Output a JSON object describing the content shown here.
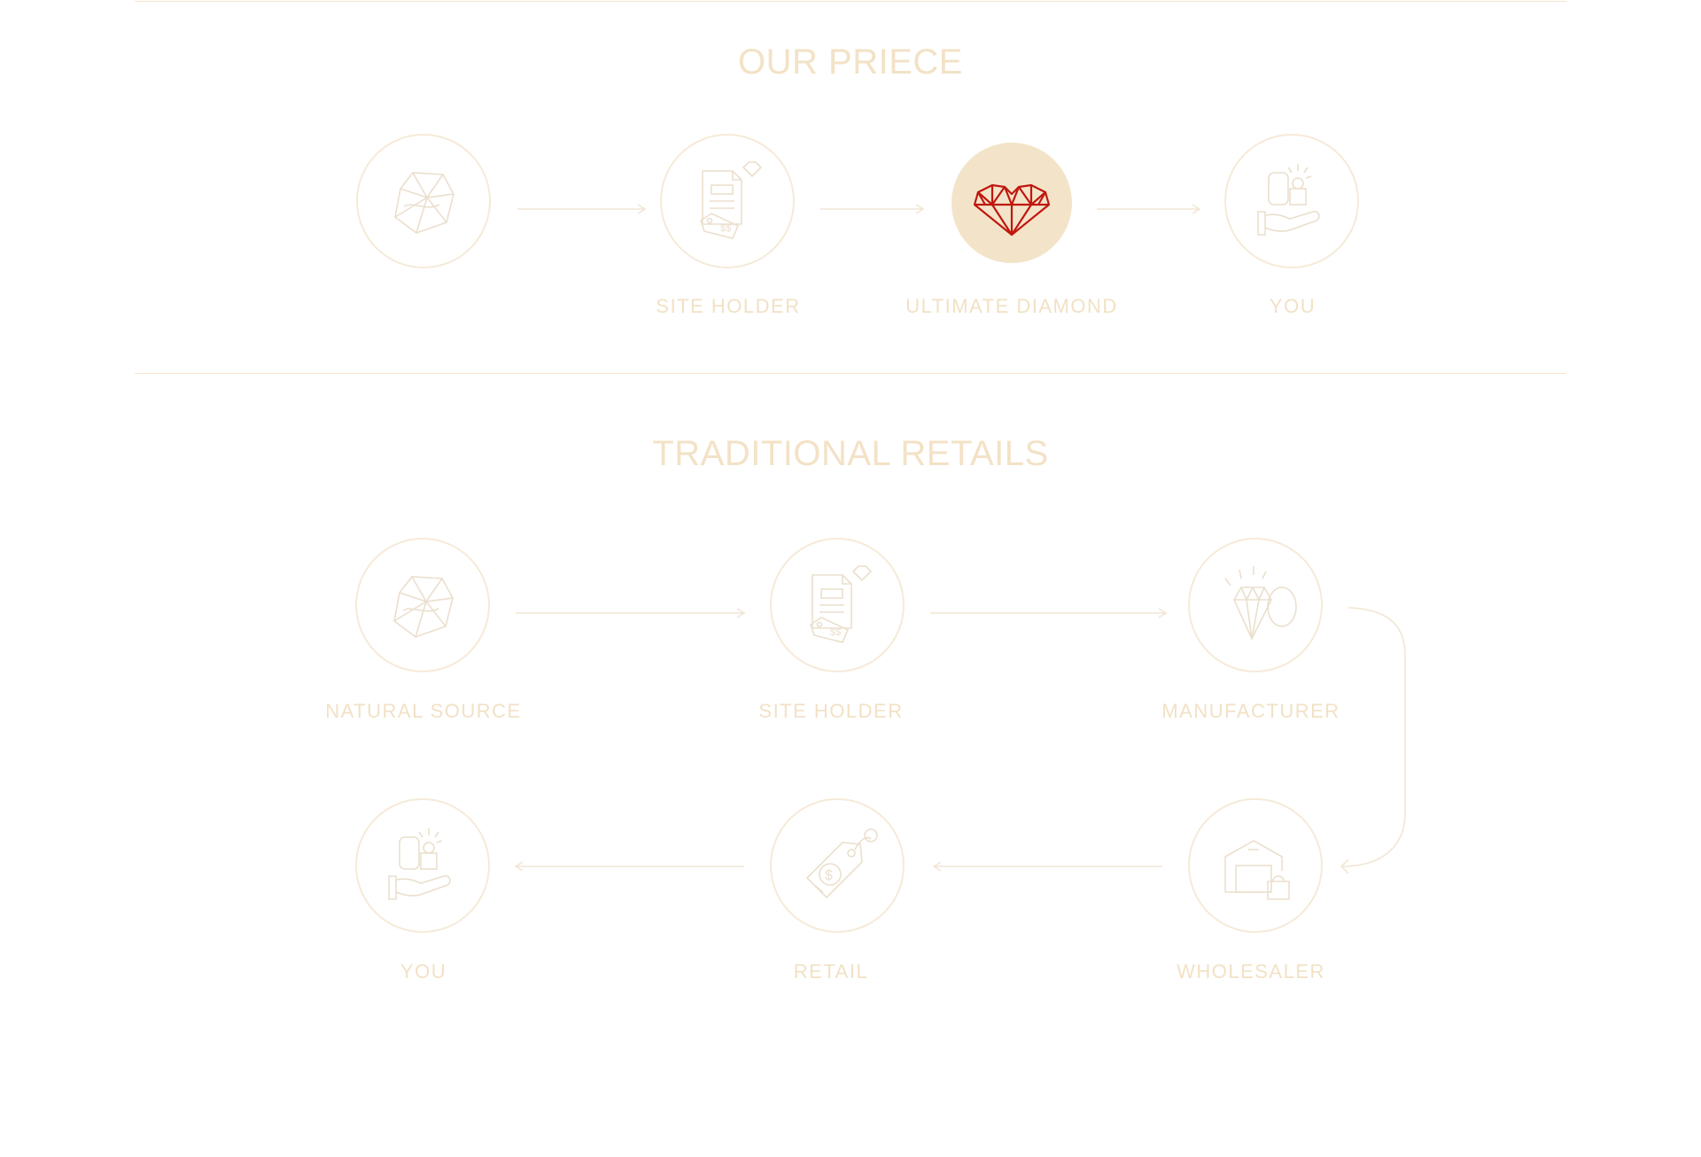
{
  "our_price": {
    "title": "OUR PRIECE",
    "steps": [
      {
        "icon": "rough-diamond-icon",
        "label": ""
      },
      {
        "icon": "certificate-price-tag-icon",
        "label": "SITE HOLDER"
      },
      {
        "icon": "heart-diamond-icon",
        "label": "ULTIMATE DIAMOND"
      },
      {
        "icon": "hand-ring-icon",
        "label": "YOU"
      }
    ]
  },
  "traditional": {
    "title": "TRADITIONAL RETAILS",
    "steps": [
      {
        "icon": "rough-diamond-icon",
        "label": "NATURAL SOURCE"
      },
      {
        "icon": "certificate-price-tag-icon",
        "label": "SITE HOLDER"
      },
      {
        "icon": "cut-diamond-icon",
        "label": "MANUFACTURER"
      },
      {
        "icon": "warehouse-icon",
        "label": "WHOLESALER"
      },
      {
        "icon": "price-tag-icon",
        "label": "RETAIL"
      },
      {
        "icon": "hand-ring-icon",
        "label": "YOU"
      }
    ]
  },
  "colors": {
    "accent_gold": "#f3e2c6",
    "highlight_bg": "#f3e4c9",
    "brand_red": "#c0170f",
    "divider": "#f7e3cf"
  }
}
